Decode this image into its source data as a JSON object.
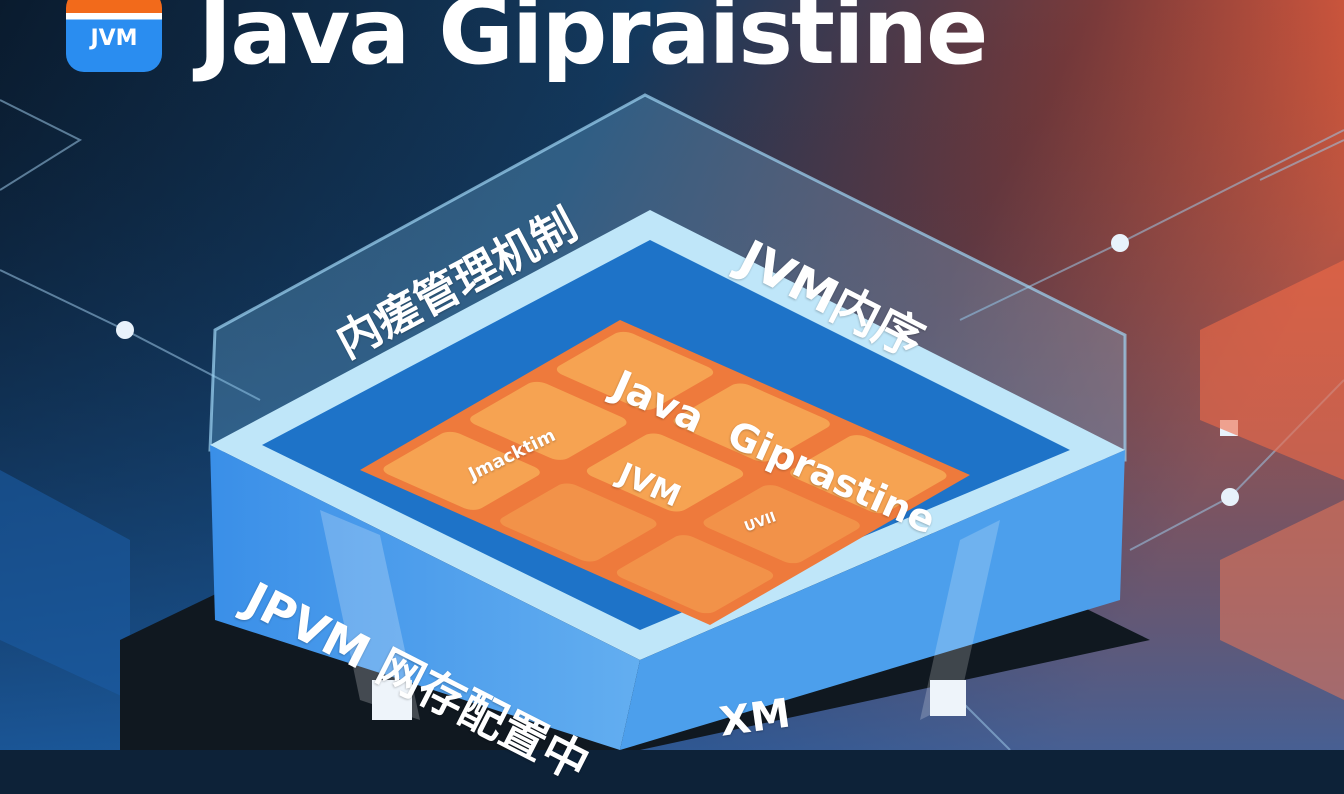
{
  "header": {
    "logo_text": "JVM",
    "title": "Java Gipraistine"
  },
  "box_labels": {
    "back_left": "内瘥管理机制",
    "back_right": "JVM内序",
    "front_left": "JPVM 网存配置中",
    "front_right": "XM"
  },
  "tiles": {
    "top": "Java",
    "right_top": "Giprastine",
    "left_top": "Jmacktim",
    "center": "JVM",
    "small_left": "Jmacktim",
    "small_right": "UVII"
  },
  "colors": {
    "background_left": "#0b1e33",
    "background_right": "#e8553a",
    "box": "#3f94e6",
    "tile": "#f6a553",
    "tile_gap": "#ee7a3c"
  }
}
